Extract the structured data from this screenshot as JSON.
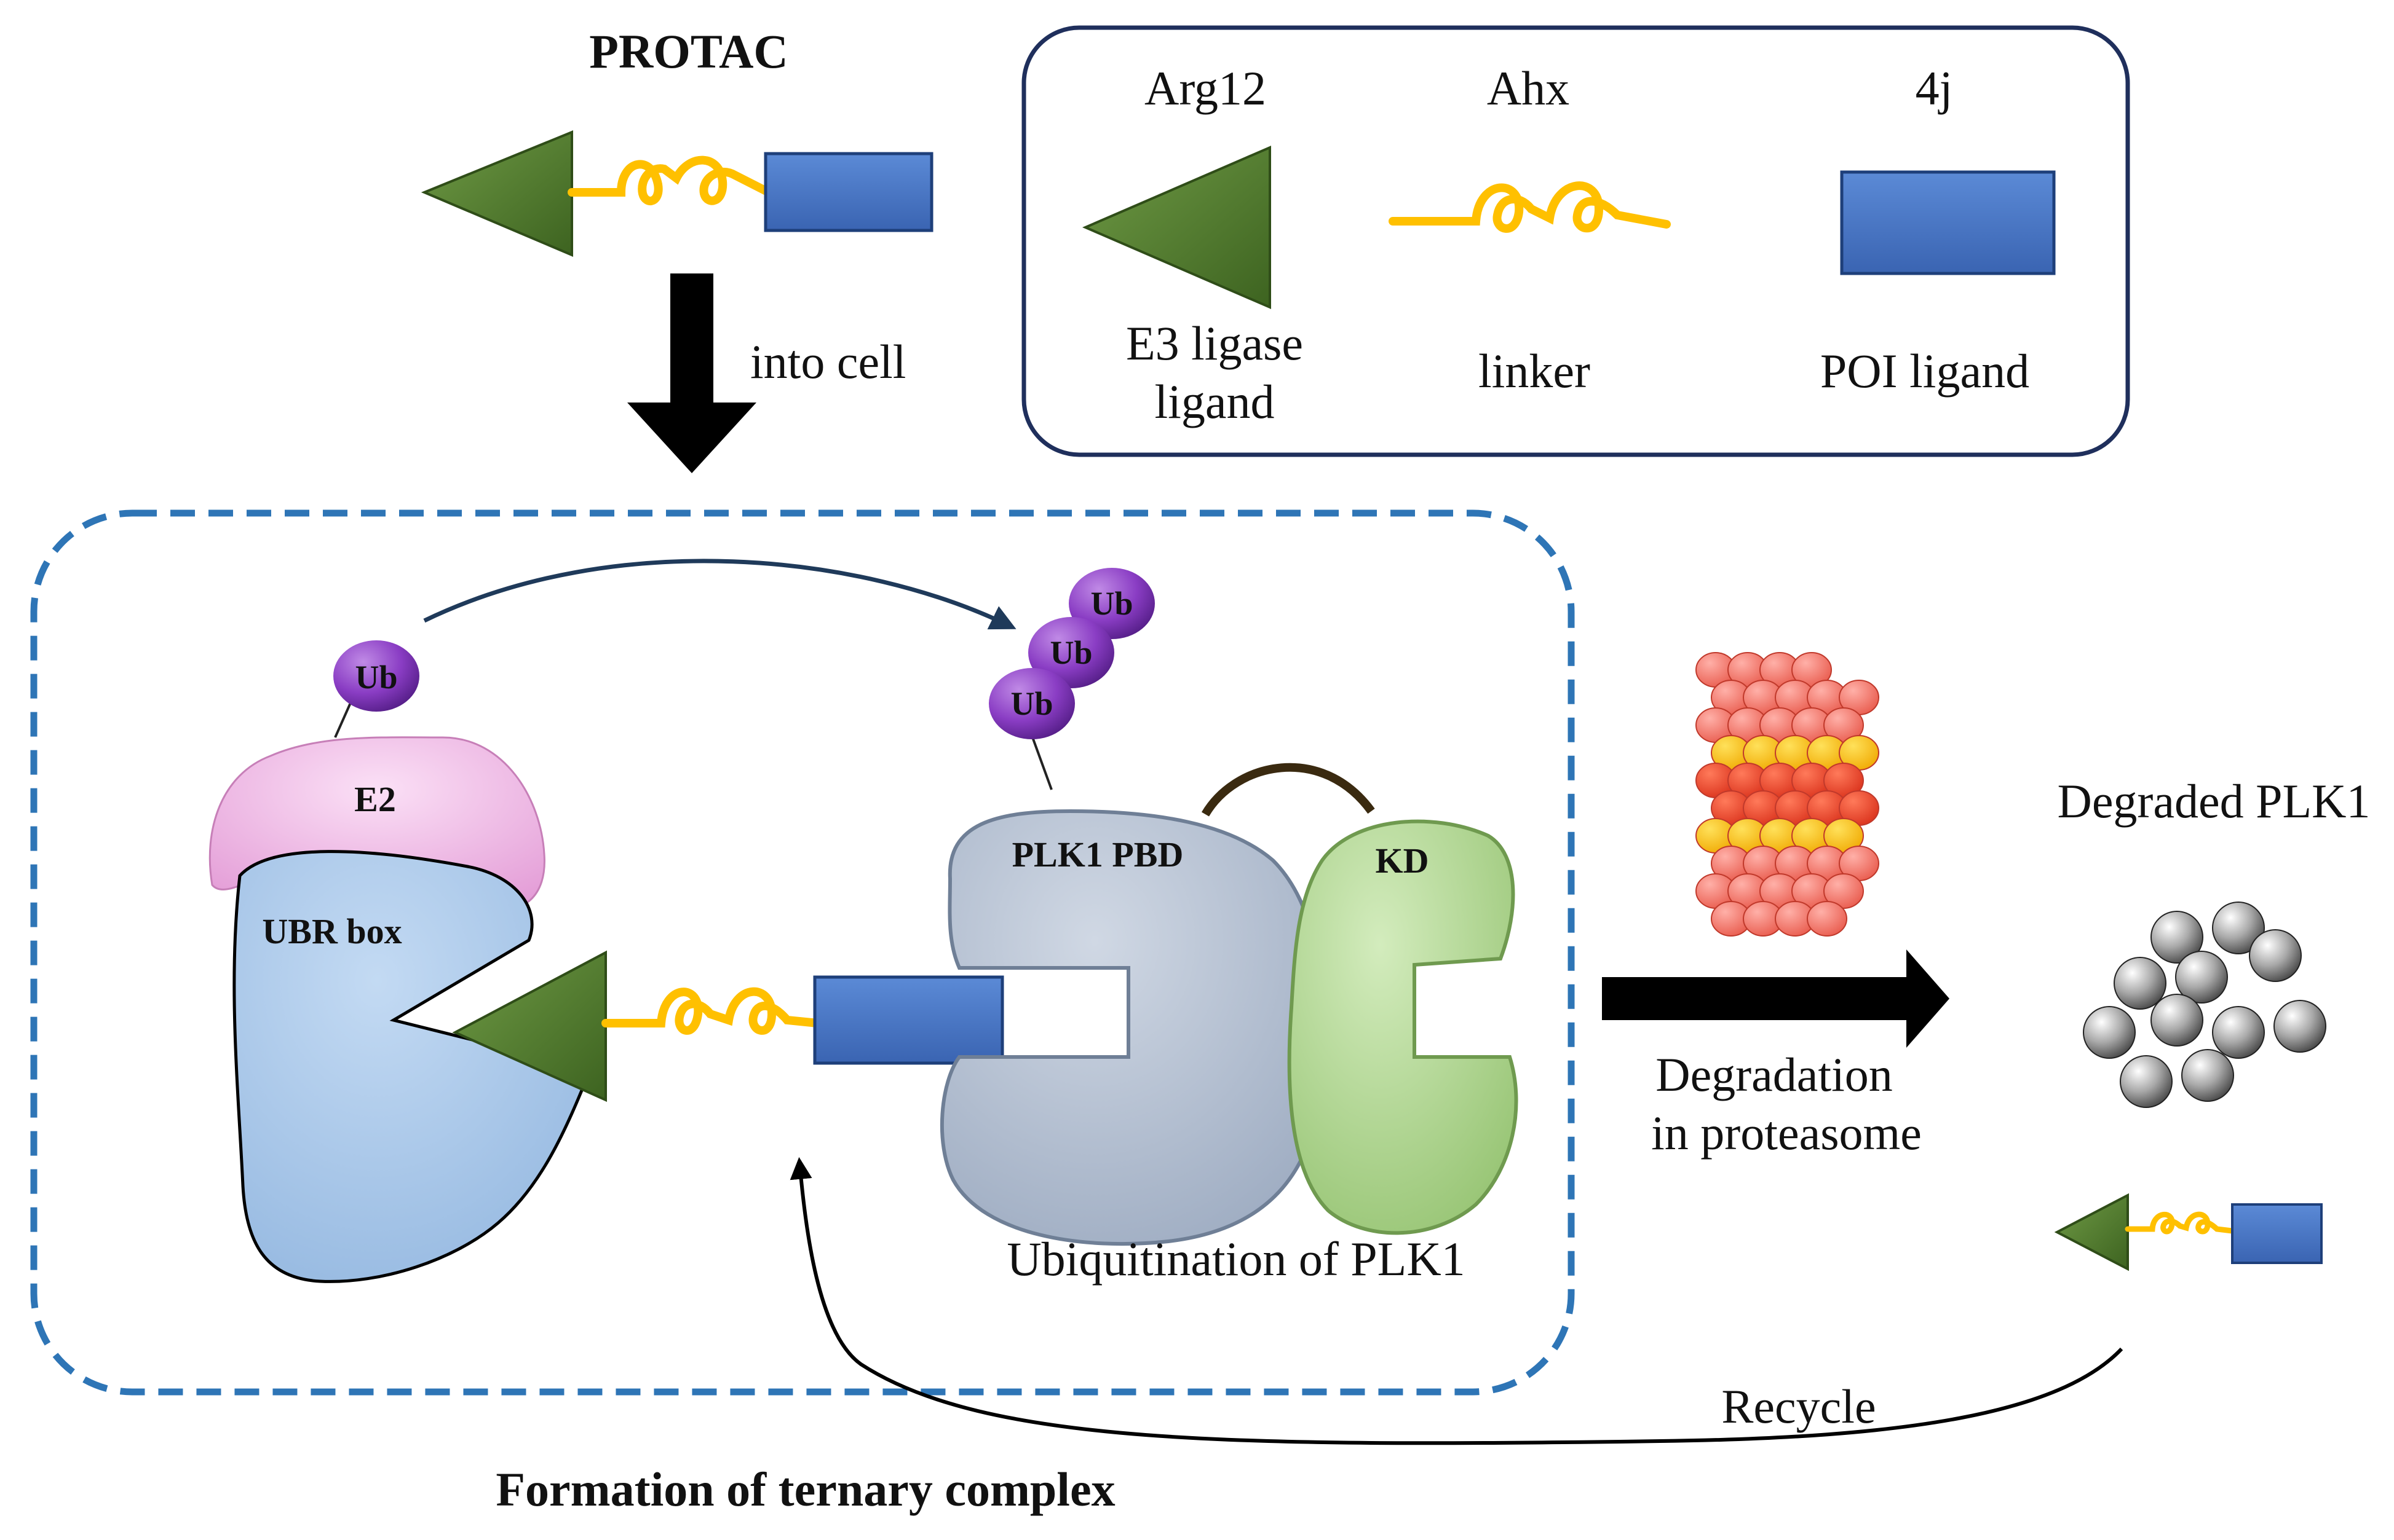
{
  "protac": {
    "title": "PROTAC",
    "into_cell": "into cell"
  },
  "legend": {
    "arg12": "Arg12",
    "ahx": "Ahx",
    "fourj": "4j",
    "e3_line1": "E3 ligase",
    "e3_line2": "ligand",
    "linker": "linker",
    "poi": "POI ligand"
  },
  "complex": {
    "ub_e2": "Ub",
    "ub_chain": [
      "Ub",
      "Ub",
      "Ub"
    ],
    "e2": "E2",
    "ubr_box": "UBR box",
    "plk1_pbd": "PLK1 PBD",
    "kd": "KD",
    "ubiquitination": "Ubiquitination of PLK1",
    "formation": "Formation of ternary complex"
  },
  "degradation": {
    "line1": "Degradation",
    "line2": "in proteasome",
    "degraded": "Degraded PLK1",
    "recycle": "Recycle"
  },
  "colors": {
    "e3_ligand": "#4f7a2c",
    "linker": "#ffc000",
    "poi_ligand": "#4472c4",
    "legend_border": "#1f2f5c",
    "dashed_border": "#2e75b6",
    "ub": "#7030a0",
    "e2": "#f4b6e6",
    "ubr": "#a9c8ea",
    "pbd": "#b4c0d2",
    "kd": "#b9dc9a"
  }
}
